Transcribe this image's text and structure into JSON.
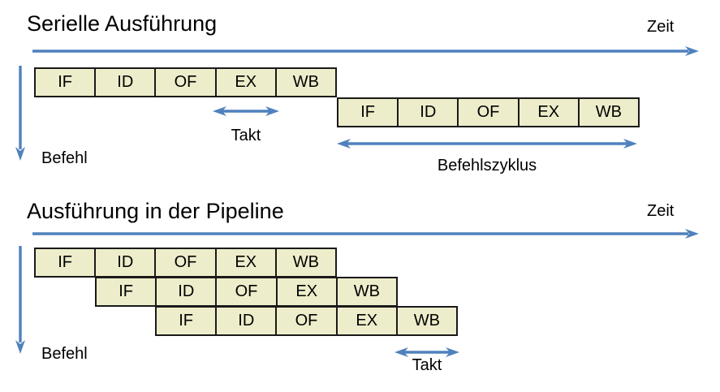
{
  "colors": {
    "arrow_blue": "#4F81BD",
    "box_fill": "#EDEDCB",
    "box_border": "#1A1A1A",
    "text": "#000000"
  },
  "serial": {
    "title": "Serielle Ausführung",
    "time_axis_label": "Zeit",
    "instruction_axis_label": "Befehl",
    "clock_label": "Takt",
    "cycle_label": "Befehlszyklus",
    "rows": [
      {
        "cells": [
          "IF",
          "ID",
          "OF",
          "EX",
          "WB"
        ]
      },
      {
        "cells": [
          "IF",
          "ID",
          "OF",
          "EX",
          "WB"
        ]
      }
    ]
  },
  "pipeline": {
    "title": "Ausführung in der Pipeline",
    "time_axis_label": "Zeit",
    "instruction_axis_label": "Befehl",
    "clock_label": "Takt",
    "rows": [
      {
        "cells": [
          "IF",
          "ID",
          "OF",
          "EX",
          "WB"
        ]
      },
      {
        "cells": [
          "IF",
          "ID",
          "OF",
          "EX",
          "WB"
        ]
      },
      {
        "cells": [
          "IF",
          "ID",
          "OF",
          "EX",
          "WB"
        ]
      }
    ]
  }
}
